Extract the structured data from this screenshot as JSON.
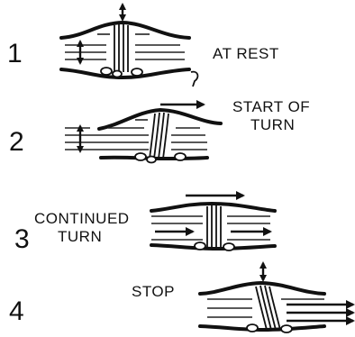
{
  "stages": [
    {
      "number": "1",
      "label_lines": [
        "AT REST"
      ]
    },
    {
      "number": "2",
      "label_lines": [
        "START OF",
        "TURN"
      ]
    },
    {
      "number": "3",
      "label_lines": [
        "CONTINUED",
        "TURN"
      ]
    },
    {
      "number": "4",
      "label_lines": [
        "STOP"
      ]
    }
  ],
  "colors": {
    "ink": "#111111",
    "paper": "#ffffff"
  }
}
